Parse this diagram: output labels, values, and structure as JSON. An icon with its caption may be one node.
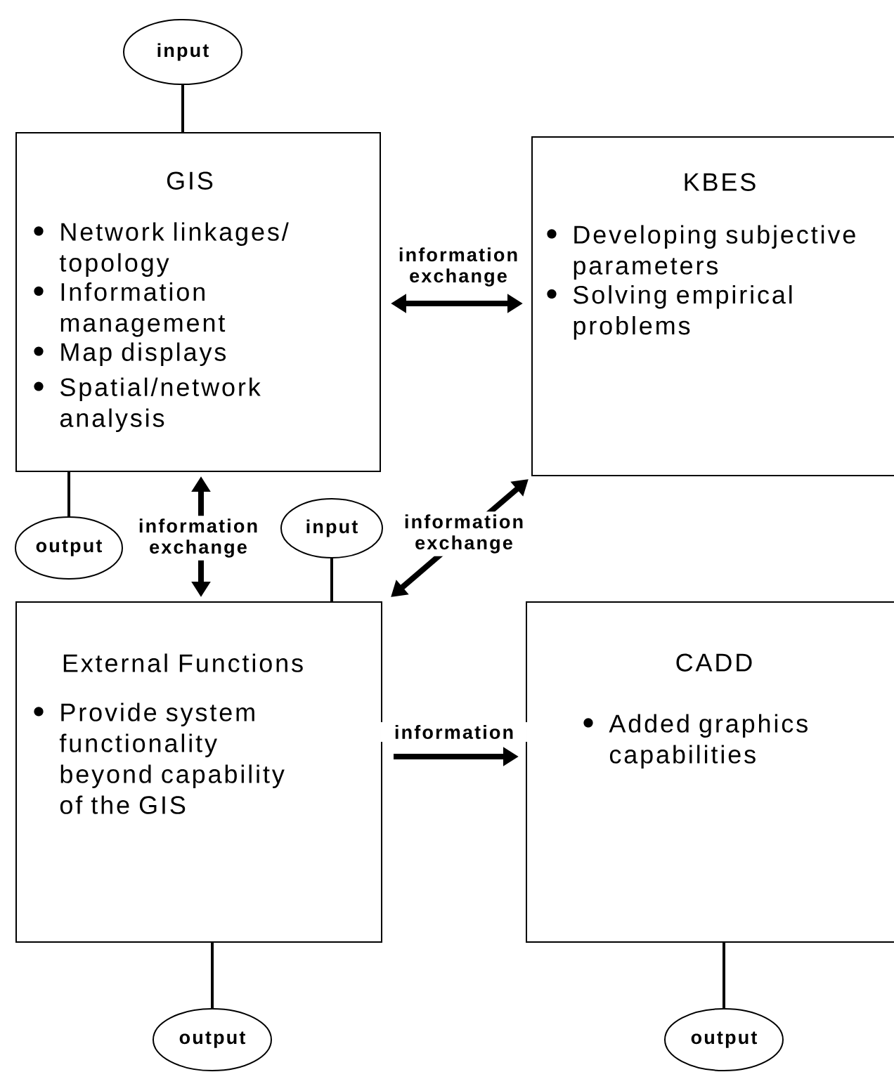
{
  "diagram": {
    "nodes": [
      {
        "text": [
          "input"
        ]
      },
      {
        "text": [
          "GIS",
          "Network linkages/ topology",
          "Information management",
          "Map displays",
          "Spatial/network analysis"
        ]
      },
      {
        "text": [
          "KBES",
          "Developing subjective parameters",
          "Solving empirical problems"
        ]
      },
      {
        "text": [
          "output"
        ]
      },
      {
        "text": [
          "input"
        ]
      },
      {
        "text": [
          "External Functions",
          "Provide system functionality beyond capability of the GIS"
        ]
      },
      {
        "text": [
          "CADD",
          "Added graphics capabilities"
        ]
      },
      {
        "text": [
          "output"
        ]
      },
      {
        "text": [
          "output"
        ]
      }
    ],
    "edges": [
      {
        "from": 0,
        "to": 1,
        "arrow": "none"
      },
      {
        "from": 1,
        "to": 2,
        "arrow": "both",
        "label": "information exchange",
        "style": "thick"
      },
      {
        "from": 1,
        "to": 3,
        "arrow": "none"
      },
      {
        "from": 1,
        "to": 5,
        "arrow": "both",
        "label": "information exchange",
        "style": "thick"
      },
      {
        "from": 4,
        "to": 5,
        "arrow": "none"
      },
      {
        "from": 5,
        "to": 2,
        "arrow": "both",
        "label": "information exchange",
        "style": "thick"
      },
      {
        "from": 5,
        "to": 6,
        "arrow": "to",
        "label": "information",
        "style": "thick"
      },
      {
        "from": 5,
        "to": 7,
        "arrow": "none"
      },
      {
        "from": 6,
        "to": 8,
        "arrow": "none"
      }
    ]
  }
}
